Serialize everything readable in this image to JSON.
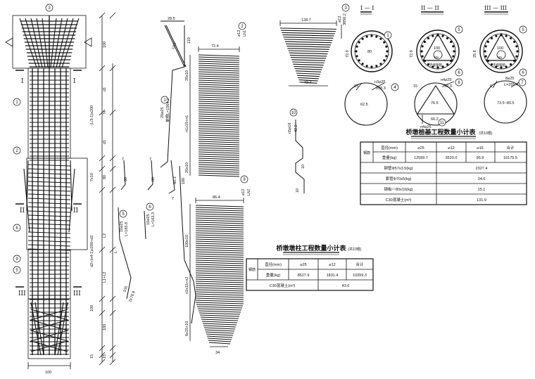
{
  "drawing": {
    "column_labels": {
      "top_dim": "100",
      "bottom_width": "100",
      "d1_a": "d1",
      "d1_b": "d1",
      "spiral_spacing": "(L/3-1)x200",
      "seg_7x10": "7x10",
      "seg_80": "80",
      "seg_L2": "L2",
      "seg_d2": "d2+(n4-1)x200+d2",
      "seg_L1": "L1+L2",
      "seg_100a": "100",
      "seg_100b": "100",
      "seg_15a": "15",
      "seg_15b": "15",
      "seg_12": "12",
      "seg_N": "N",
      "section_I": "I",
      "section_II": "II",
      "section_III": "III",
      "dim_L": "L"
    },
    "markers": [
      "1",
      "2",
      "3",
      "4",
      "5",
      "6",
      "7",
      "8",
      "9",
      "10",
      "11",
      "12"
    ],
    "spiral_1": {
      "top": "72.4",
      "tag_main": "⌀12",
      "tag_sub": "Lh1",
      "dim_a": "20x10",
      "dim_b": "n1x15+n1",
      "dim_c": "20x10"
    },
    "spiral_2": {
      "top": "86.4",
      "bottom": "34",
      "tag_main": "⌀12",
      "tag_sub": "Lh2",
      "dim_a": "100x10",
      "dim_b": "n2x15+n2",
      "dim_c": "6x15+10"
    },
    "cone_rebar": {
      "top": "128.7",
      "bottom": "72.4",
      "tag_main": "⌀12",
      "tag_sub": "3850.2"
    },
    "bent_bar": {
      "top_dim": "28.5",
      "side_dim": "110",
      "label_a": "Lh3",
      "label_b": "20⌀25",
      "label_c": "单根L=1564.2"
    },
    "hook_bar": {
      "dim_a": "80",
      "dim_b": "80.3",
      "dim_c": "100",
      "dim_d": "7"
    },
    "small_bars": {
      "a": "L=183.8",
      "b": "L=163.3",
      "c": "2x76.8",
      "d": "100",
      "e": "10⌀25",
      "f": "10⌀25",
      "g": "n5⌀16",
      "h": "42.2",
      "i": "10"
    },
    "sections": {
      "s1": "I — I",
      "s2": "II — II",
      "s3": "III — III",
      "d80": "80",
      "d100": "100",
      "n8": "N8",
      "note": "无缝钢管",
      "d72": "72.9",
      "d25": "25.8"
    },
    "rings": {
      "r4_tag": "n3⌀25",
      "r4_len": "208.3",
      "r4_dia": "62.5",
      "r8_tag": "n4⌀25",
      "r8_len": "292.3",
      "r8_inner": "76.5",
      "r8_side": "66.2",
      "r11_tag": "n4⌀25",
      "r11_len": "198.7",
      "r7_tag": "8⌀25",
      "r7_len": "L=255.4",
      "r7_dia": "73.5~80.5",
      "r4_label": "15",
      "r7_label": "6"
    }
  },
  "table1": {
    "title": "桥墩桩基工程数量小计表",
    "title_note": "(共10根)",
    "group_label": "钢筋",
    "header": [
      "直径(mm)",
      "⌀25",
      "⌀12",
      "⌀16",
      "合计"
    ],
    "weight_row": [
      "重量(kg)",
      "12559.7",
      "3520.0",
      "95.9",
      "16175.5"
    ],
    "rows": [
      {
        "label": "钢管Φ57x3.5(kg)",
        "value": "2327.4"
      },
      {
        "label": "套管Φ70x5(kg)",
        "value": "34.6"
      },
      {
        "label": "钢板▱80x10(kg)",
        "value": "15.1"
      },
      {
        "label": "C30混凝土(m³)",
        "value": "131.9"
      }
    ]
  },
  "table2": {
    "title": "桥墩墩柱工程数量小计表",
    "title_note": "(共10根)",
    "group_label": "钢筋",
    "header": [
      "直径(mm)",
      "⌀25",
      "⌀12",
      "合计"
    ],
    "weight_row": [
      "重量(kg)",
      "8527.9",
      "1831.4",
      "10359.3"
    ],
    "concrete_label": "C30混凝土(m³)",
    "concrete_value": "43.6"
  }
}
